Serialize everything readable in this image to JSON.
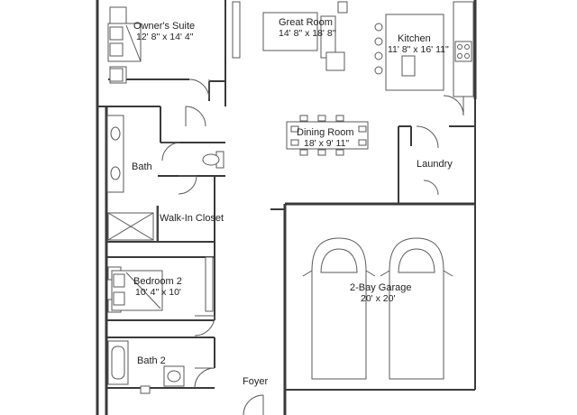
{
  "rooms": {
    "owners_suite": {
      "name": "Owner's Suite",
      "size": "12' 8\" x 14' 4\""
    },
    "great_room": {
      "name": "Great Room",
      "size": "14' 8\" x 18' 8\""
    },
    "kitchen": {
      "name": "Kitchen",
      "size": "11' 8\" x 16' 11\""
    },
    "dining_room": {
      "name": "Dining Room",
      "size": "18' x 9' 11\""
    },
    "bath": {
      "name": "Bath"
    },
    "laundry": {
      "name": "Laundry"
    },
    "walk_in_closet": {
      "name": "Walk-In Closet"
    },
    "bedroom_2": {
      "name": "Bedroom 2",
      "size": "10' 4\" x 10'"
    },
    "garage": {
      "name": "2-Bay Garage",
      "size": "20' x 20'"
    },
    "bath_2": {
      "name": "Bath 2"
    },
    "foyer": {
      "name": "Foyer"
    }
  }
}
